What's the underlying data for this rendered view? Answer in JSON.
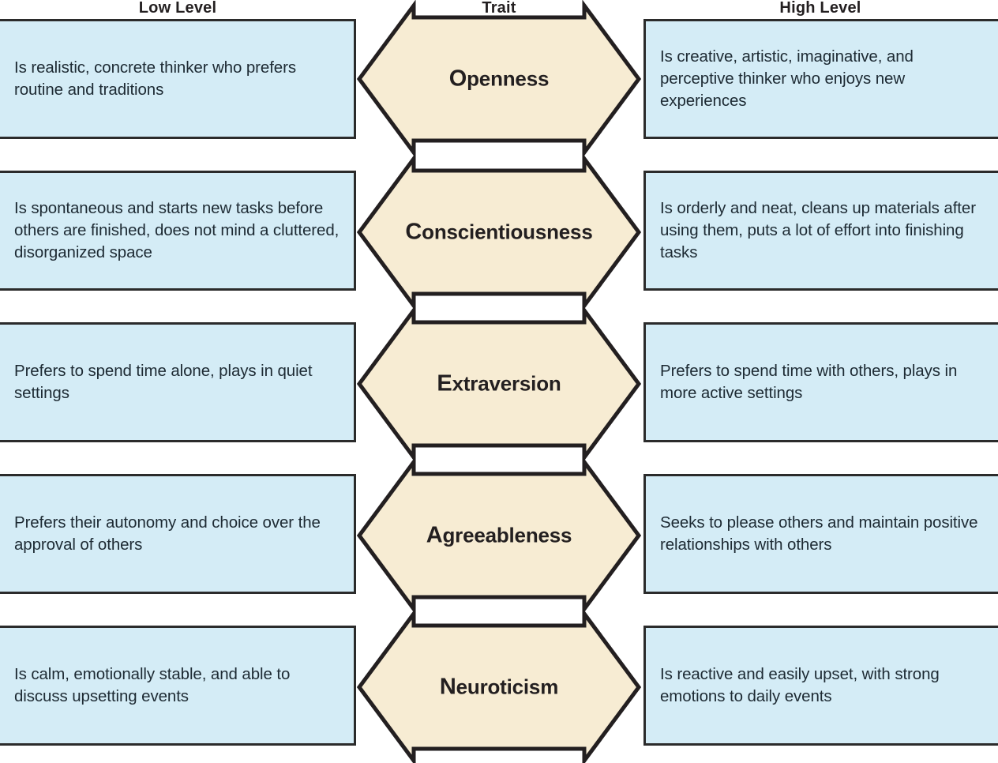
{
  "headers": {
    "low": "Low Level",
    "trait": "Trait",
    "high": "High Level"
  },
  "colors": {
    "box_fill": "#d4ecf6",
    "box_border": "#2b2b2b",
    "arrow_fill": "#f7ecd3",
    "arrow_border": "#231f20",
    "text": "#1d2a33"
  },
  "rows": [
    {
      "trait": "Openness",
      "trait_initial": "O",
      "trait_rest": "penness",
      "low": "Is realistic, concrete thinker who prefers routine and traditions",
      "high": "Is creative, artistic, imaginative, and perceptive thinker who enjoys new experiences"
    },
    {
      "trait": "Conscientiousness",
      "trait_initial": "C",
      "trait_rest": "onscientiousness",
      "low": "Is spontaneous and starts new tasks before others are finished, does not mind a cluttered, disorganized space",
      "high": "Is orderly and neat, cleans up materials after using them, puts a lot of effort into finishing tasks"
    },
    {
      "trait": "Extraversion",
      "trait_initial": "E",
      "trait_rest": "xtraversion",
      "low": "Prefers to spend time alone, plays in quiet settings",
      "high": "Prefers to spend time with others, plays in more active settings"
    },
    {
      "trait": "Agreeableness",
      "trait_initial": "A",
      "trait_rest": "greeableness",
      "low": "Prefers their autonomy and choice over the approval of others",
      "high": "Seeks to please others and maintain positive relationships with others"
    },
    {
      "trait": "Neuroticism",
      "trait_initial": "N",
      "trait_rest": "euroticism",
      "low": "Is calm, emotionally stable, and able to discuss upsetting events",
      "high": "Is reactive and easily upset, with strong emotions to daily events"
    }
  ]
}
